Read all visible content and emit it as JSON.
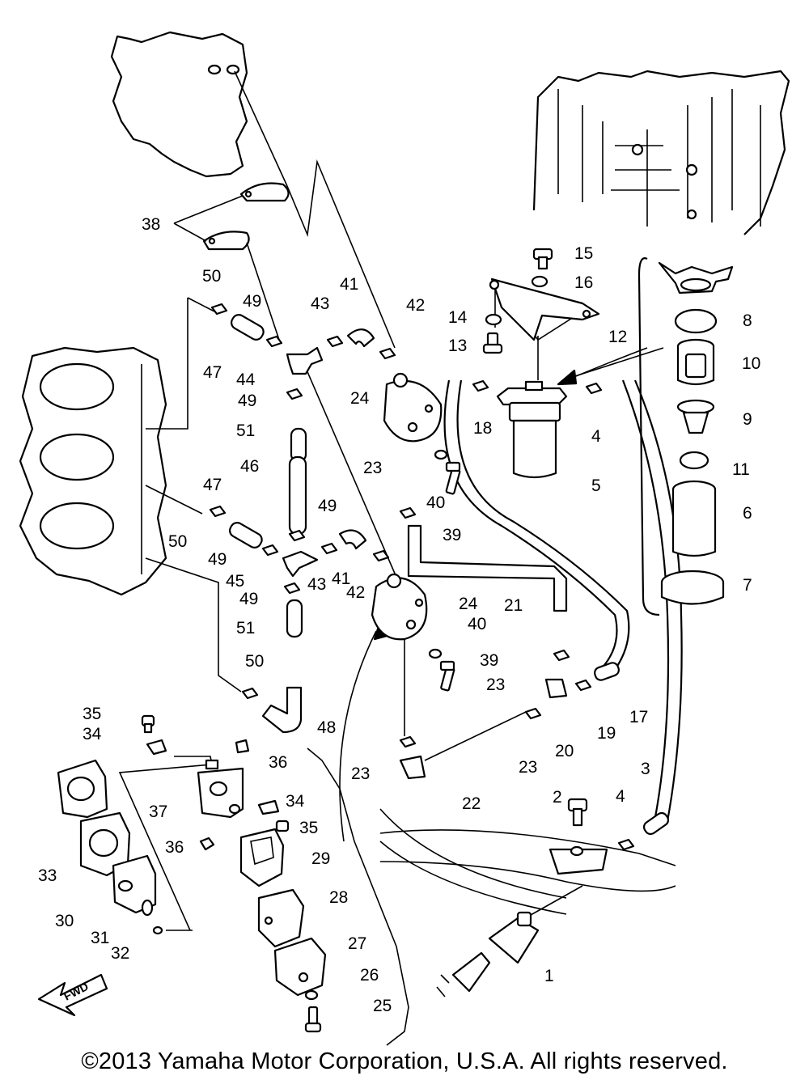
{
  "diagram": {
    "callouts": {
      "n1": "1",
      "n2": "2",
      "n3": "3",
      "n4a": "4",
      "n4b": "4",
      "n5": "5",
      "n6": "6",
      "n7": "7",
      "n8": "8",
      "n9": "9",
      "n10": "10",
      "n11": "11",
      "n12": "12",
      "n13": "13",
      "n14": "14",
      "n15": "15",
      "n16": "16",
      "n17": "17",
      "n18": "18",
      "n19": "19",
      "n20": "20",
      "n21": "21",
      "n22": "22",
      "n23a": "23",
      "n23b": "23",
      "n23c": "23",
      "n23d": "23",
      "n24a": "24",
      "n24b": "24",
      "n25": "25",
      "n26": "26",
      "n27": "27",
      "n28": "28",
      "n29": "29",
      "n30": "30",
      "n31": "31",
      "n32": "32",
      "n33": "33",
      "n34a": "34",
      "n34b": "34",
      "n35a": "35",
      "n35b": "35",
      "n36a": "36",
      "n36b": "36",
      "n37": "37",
      "n38": "38",
      "n39a": "39",
      "n39b": "39",
      "n40a": "40",
      "n40b": "40",
      "n41a": "41",
      "n41b": "41",
      "n42a": "42",
      "n42b": "42",
      "n43a": "43",
      "n43b": "43",
      "n44": "44",
      "n45": "45",
      "n46": "46",
      "n47a": "47",
      "n47b": "47",
      "n48": "48",
      "n49a": "49",
      "n49b": "49",
      "n49c": "49",
      "n49d": "49",
      "n49e": "49",
      "n50a": "50",
      "n50b": "50",
      "n50c": "50",
      "n51a": "51",
      "n51b": "51"
    },
    "fwd_label": "FWD",
    "copyright": "©2013 Yamaha Motor Corporation, U.S.A. All rights reserved."
  }
}
